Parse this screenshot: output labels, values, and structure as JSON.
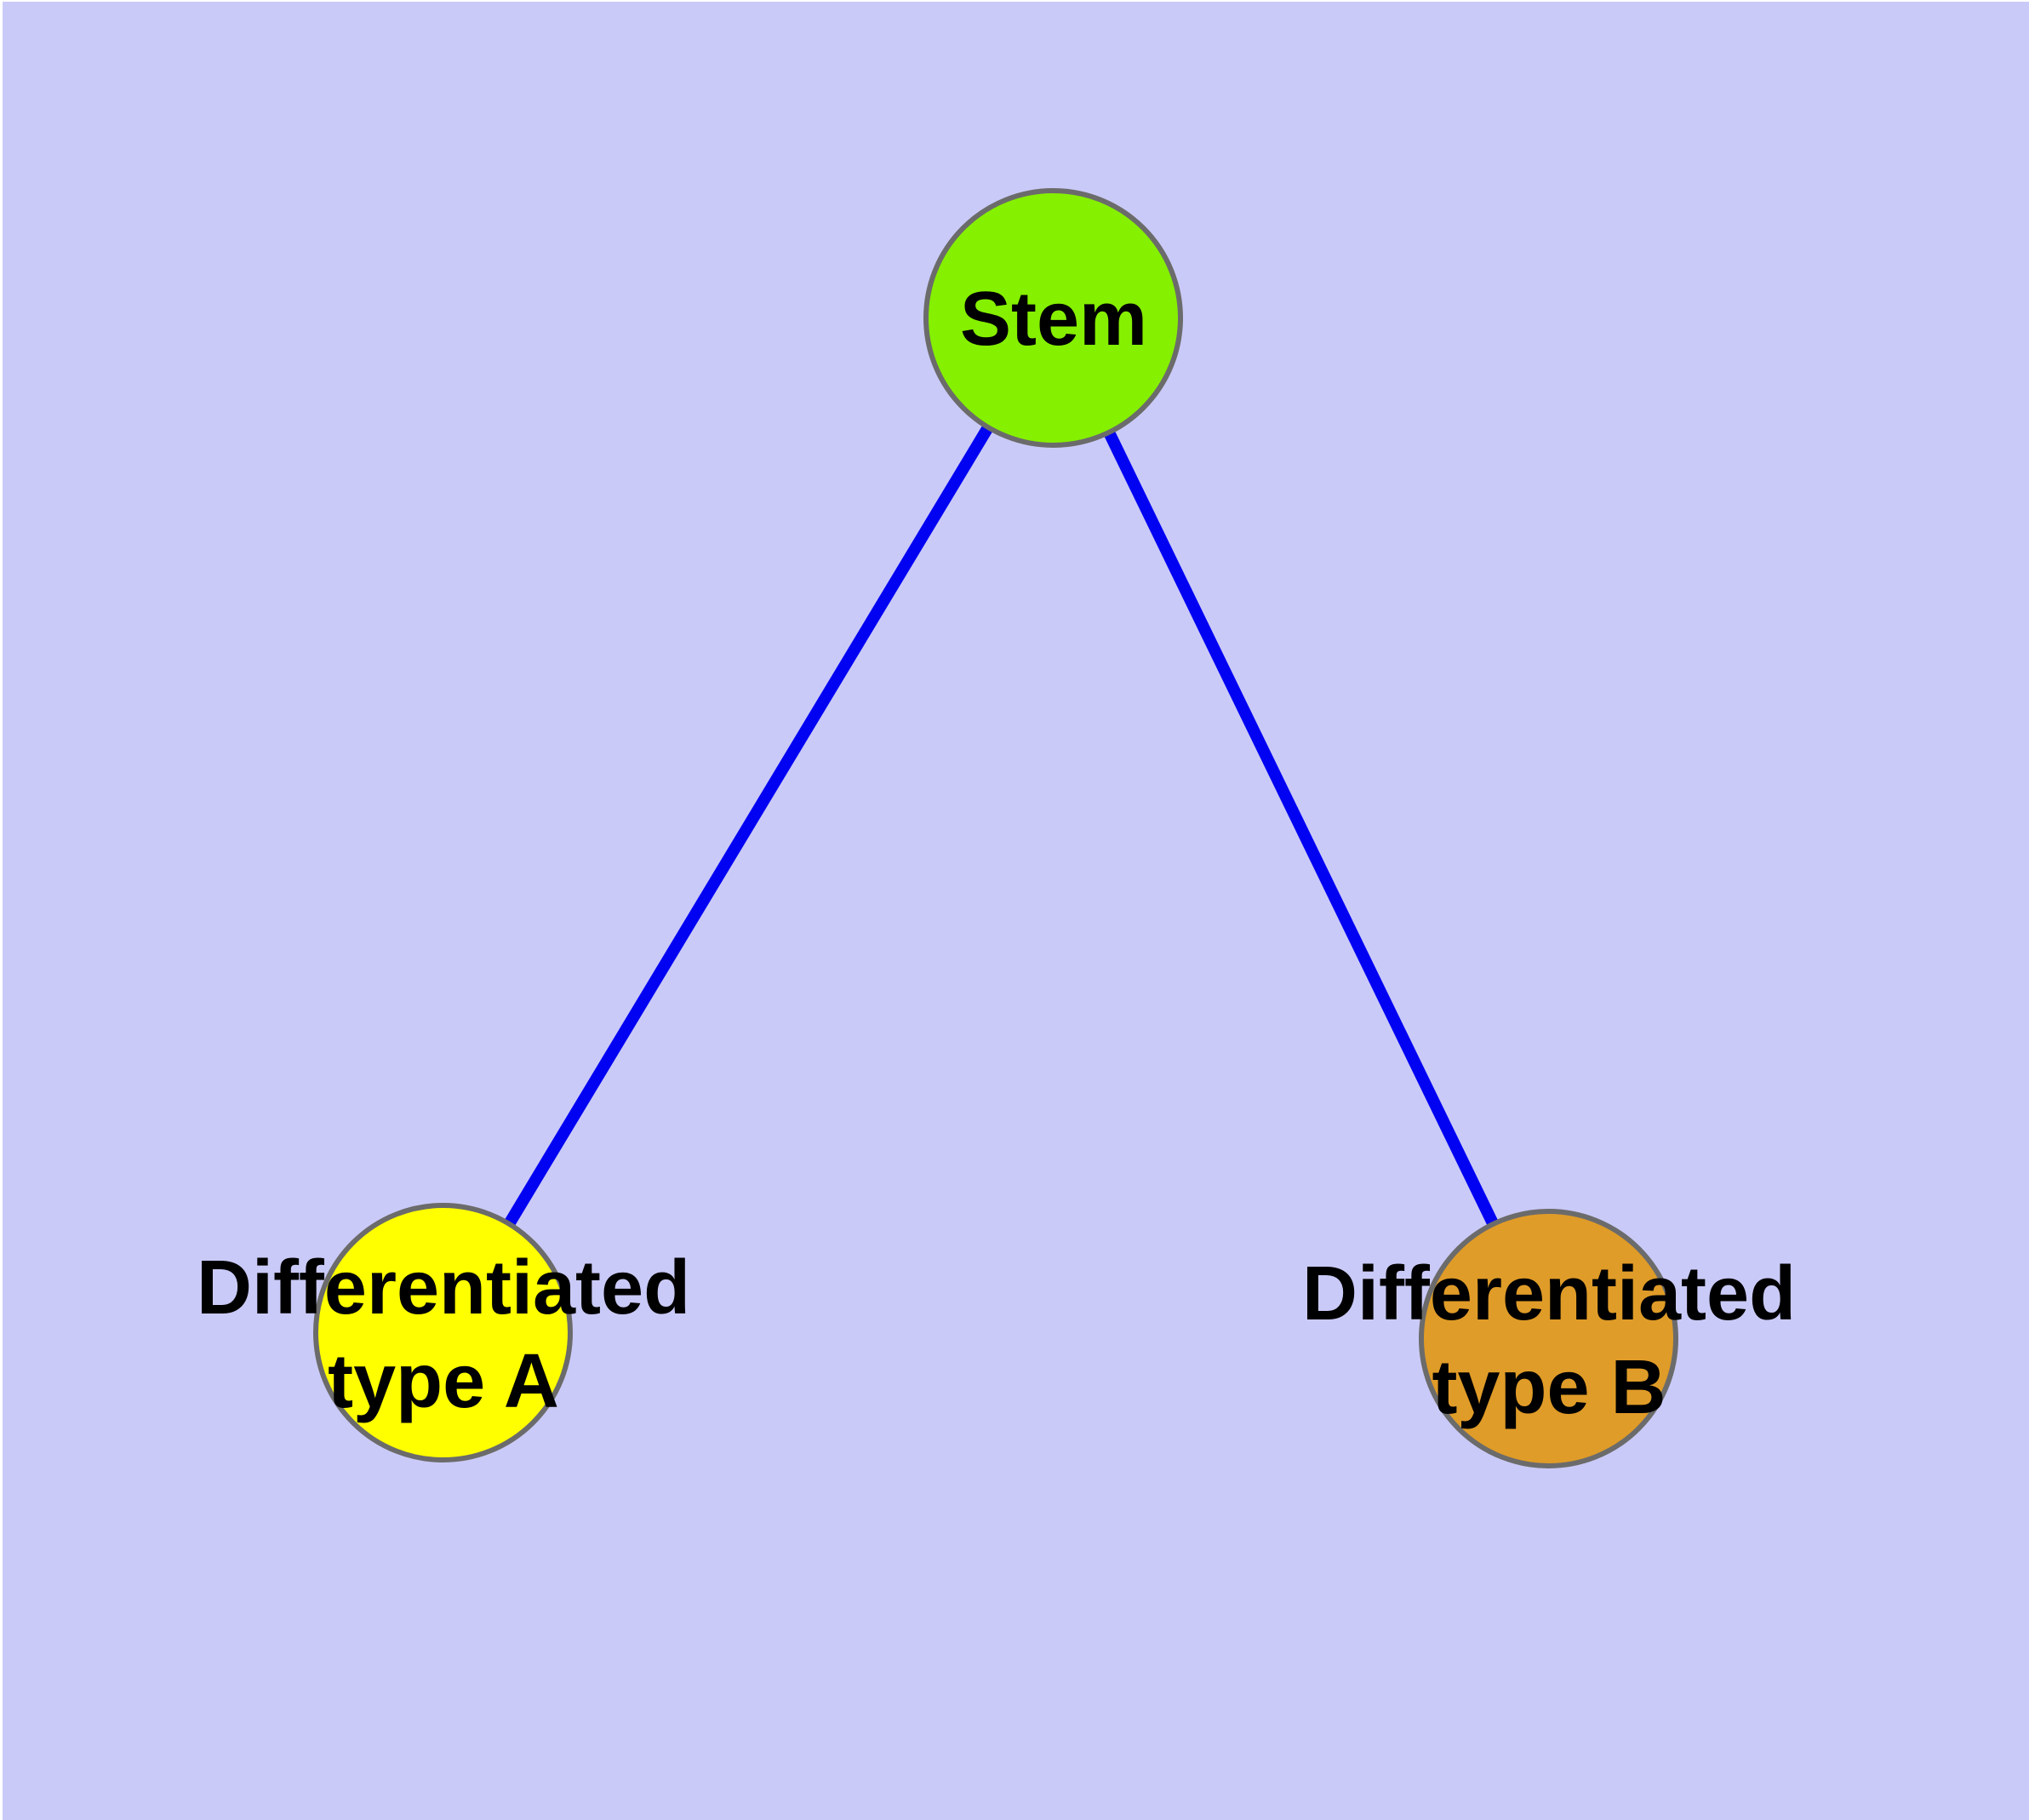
{
  "diagram": {
    "type": "graph",
    "description": "Cell differentiation tree: Stem node linked to two differentiated cell type nodes",
    "background_color": "#CACAF8",
    "frame_color": "#FFFFFF",
    "label_color": "#000000",
    "nodes": [
      {
        "id": "stem",
        "label_line1": "Stem",
        "label_line2": "",
        "fill": "#85F000",
        "stroke": "#6B6B6B"
      },
      {
        "id": "type-a",
        "label_line1": "Differentiated",
        "label_line2": "type A",
        "fill": "#FFFF00",
        "stroke": "#6B6B6B"
      },
      {
        "id": "type-b",
        "label_line1": "Differentiated",
        "label_line2": "type B",
        "fill": "#E09C28",
        "stroke": "#6B6B6B"
      }
    ],
    "edges": [
      {
        "from": "stem",
        "to": "type-a",
        "color": "#0202F2"
      },
      {
        "from": "stem",
        "to": "type-b",
        "color": "#0202F2"
      }
    ]
  }
}
